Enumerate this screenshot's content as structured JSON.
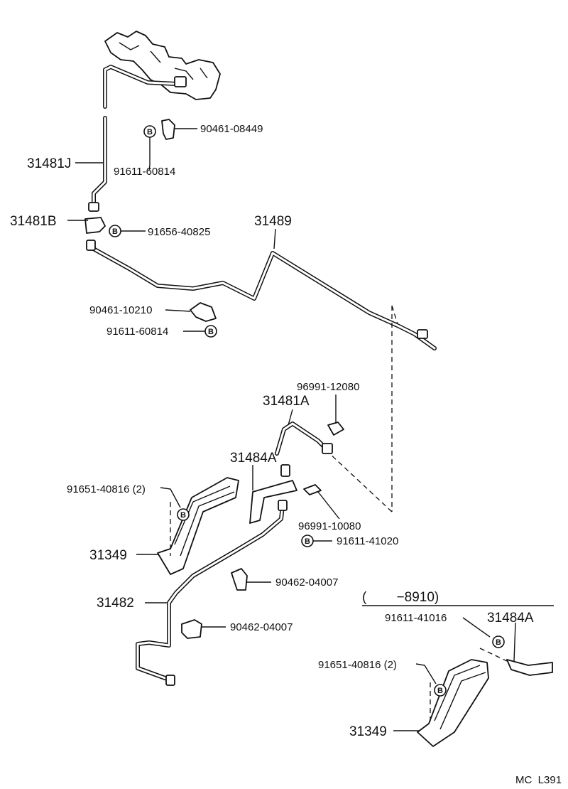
{
  "labels": {
    "p90461_08449": "90461-08449",
    "p91611_60814_a": "91611-60814",
    "p31481J": "31481J",
    "p31481B": "31481B",
    "p91656_40825": "91656-40825",
    "p31489": "31489",
    "p90461_10210": "90461-10210",
    "p91611_60814_b": "91611-60814",
    "p96991_12080": "96991-12080",
    "p31481A": "31481A",
    "p31484A_a": "31484A",
    "p91651_40816_a": "91651-40816 (2)",
    "p96991_10080": "96991-10080",
    "p31349_a": "31349",
    "p91611_41020": "91611-41020",
    "p90462_04007_a": "90462-04007",
    "p31482": "31482",
    "p90462_04007_b": "90462-04007",
    "variant_range": "(        −8910)",
    "p91611_41016": "91611-41016",
    "p31484A_b": "31484A",
    "p91651_40816_b": "91651-40816 (2)",
    "p31349_b": "31349",
    "footer_code": "MC  L391"
  },
  "bolt_symbol": "B",
  "colors": {
    "ink": "#111111",
    "paper": "#ffffff"
  }
}
